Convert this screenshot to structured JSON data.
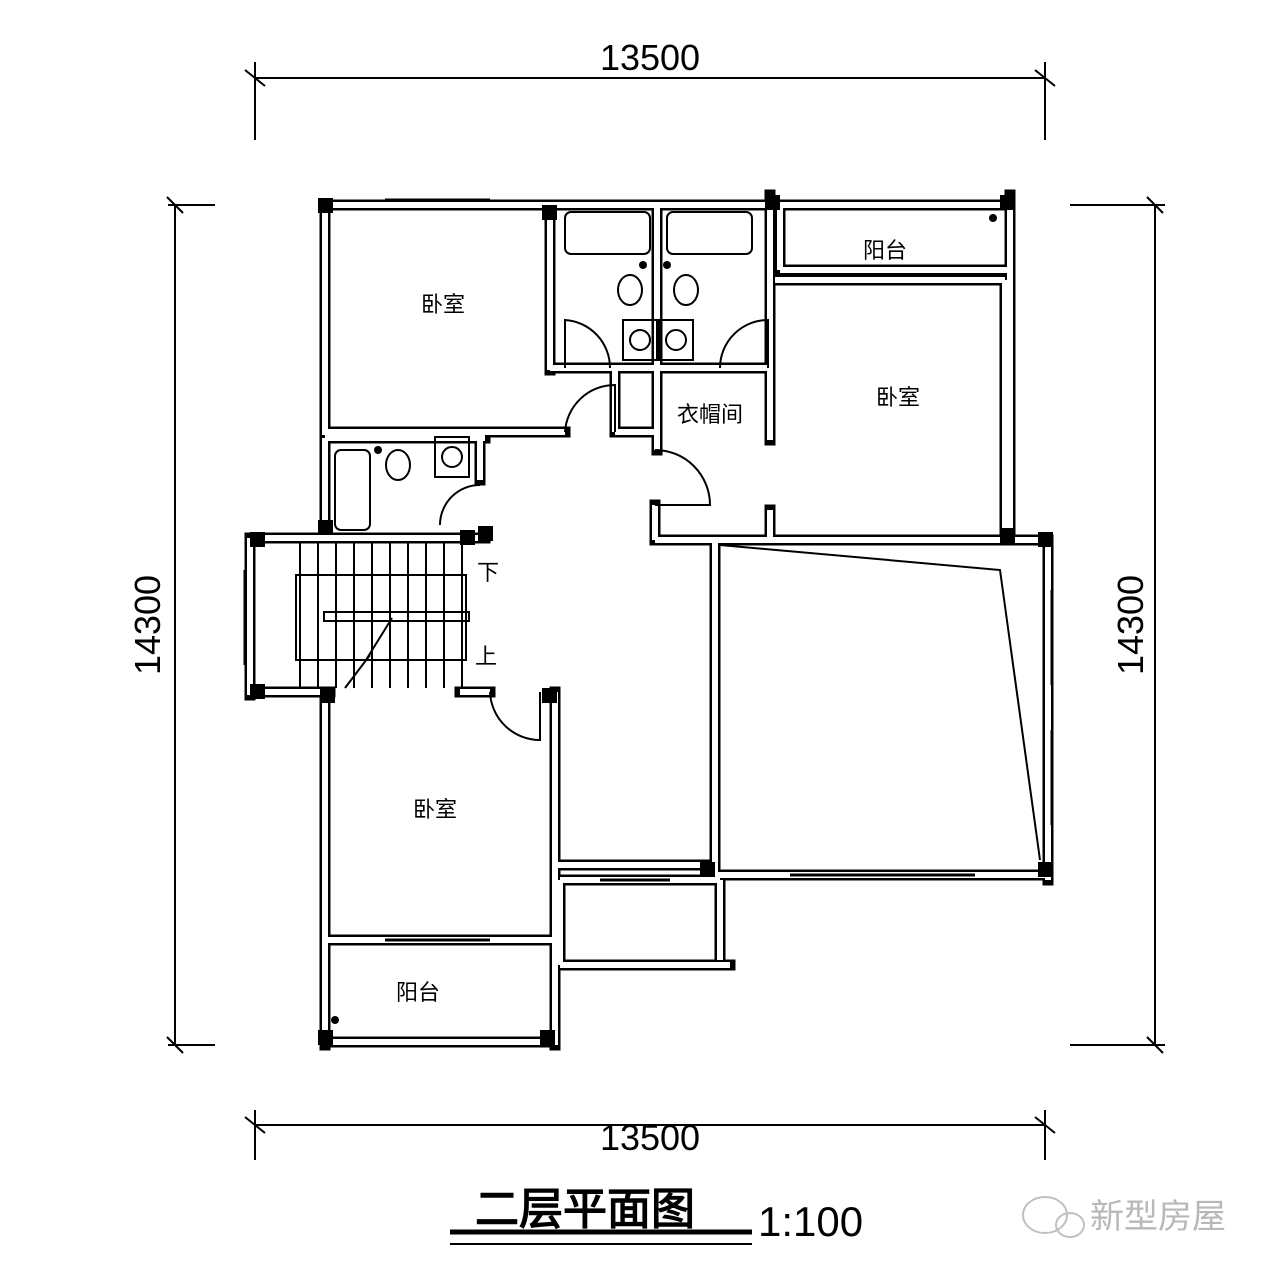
{
  "dimensions": {
    "top": "13500",
    "bottom": "13500",
    "left": "14300",
    "right": "14300"
  },
  "rooms": {
    "bedroom_top_left": "卧室",
    "bedroom_right": "卧室",
    "bedroom_bottom_left": "卧室",
    "balcony_top_right": "阳台",
    "balcony_bottom_left": "阳台",
    "wardrobe": "衣帽间",
    "stair_down": "下",
    "stair_up": "上"
  },
  "title": "二层平面图",
  "scale": "1:100",
  "watermark": "新型房屋",
  "colors": {
    "line": "#000000",
    "watermark": "#b8b8b8"
  }
}
